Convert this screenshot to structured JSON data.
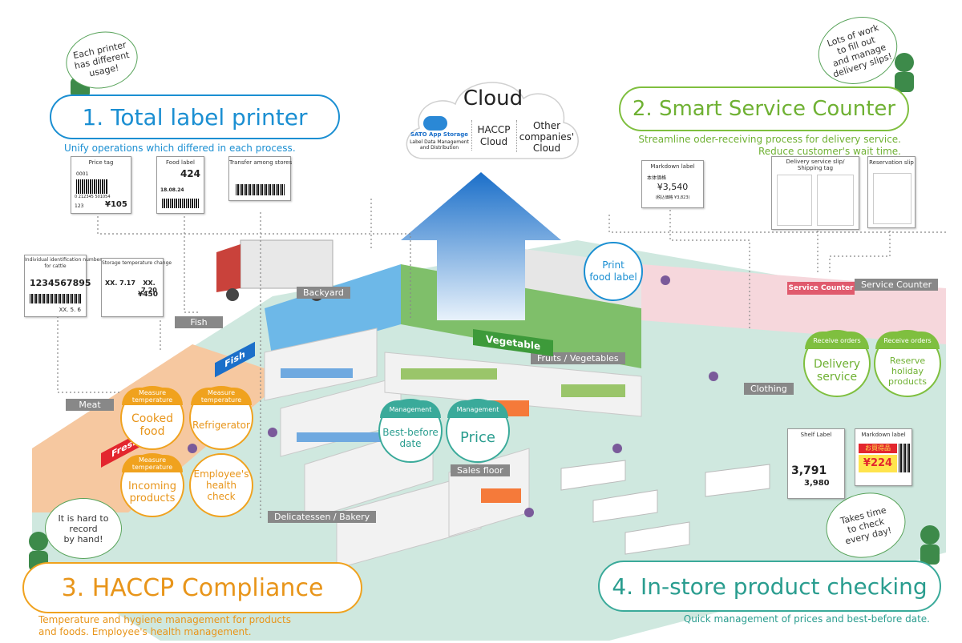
{
  "cloud": {
    "title": "Cloud",
    "app_brand": "SATO App Storage",
    "app_desc_1": "Label Data Management",
    "app_desc_2": "and Distribution",
    "haccp_1": "HACCP",
    "haccp_2": "Cloud",
    "other_1": "Other",
    "other_2": "companies'",
    "other_3": "Cloud"
  },
  "sections": {
    "s1": {
      "title": "1. Total label printer",
      "subtitle": "Unify operations which differed in each process."
    },
    "s2": {
      "title": "2. Smart Service Counter",
      "subtitle_1": "Streamline oder-receiving process for delivery service.",
      "subtitle_2": "Reduce customer's wait time."
    },
    "s3": {
      "title": "3. HACCP Compliance",
      "subtitle_1": "Temperature and hygiene management for products",
      "subtitle_2": "and foods. Employee's health management."
    },
    "s4": {
      "title": "4. In-store product checking",
      "subtitle": "Quick management of prices and best-before date."
    }
  },
  "bubbles": {
    "b1_1": "Each printer",
    "b1_2": "has different",
    "b1_3": "usage!",
    "b2_1": "Lots of work",
    "b2_2": "to fill out",
    "b2_3": "and manage",
    "b2_4": "delivery slips!",
    "b3_1": "It is hard to",
    "b3_2": "record",
    "b3_3": "by hand!",
    "b4_1": "Takes time",
    "b4_2": "to check",
    "b4_3": "every day!"
  },
  "labels": {
    "price_tag": {
      "title": "Price tag",
      "code": "0001",
      "barcode_num": "0 212345 501054",
      "sub": "123",
      "price": "¥105"
    },
    "food_label": {
      "title": "Food label",
      "price": "424",
      "date": "18.08.24"
    },
    "transfer": {
      "title": "Transfer among stores"
    },
    "cattle": {
      "title_1": "Individual identification number",
      "title_2": "for cattle",
      "number": "1234567895",
      "date": "XX. 5. 6"
    },
    "storage": {
      "title": "Storage temperature change",
      "date_1": "XX. 7.17",
      "date_2": "XX. 7.20",
      "price": "¥450"
    },
    "markdown_top": {
      "title": "Markdown label",
      "kana": "本体価格",
      "price": "¥3,540",
      "tax": "(税込価格 ¥3,823)"
    },
    "delivery_slip": {
      "title_1": "Delivery service slip/",
      "title_2": "Shipping tag"
    },
    "reservation": {
      "title": "Reservation slip"
    },
    "shelf": {
      "title": "Shelf Label",
      "price_1": "3,791",
      "price_2": "3,980"
    },
    "markdown_bottom": {
      "title": "Markdown label",
      "banner": "お買得品",
      "price": "¥224"
    }
  },
  "areas": {
    "backyard": "Backyard",
    "fish": "Fish",
    "meat": "Meat",
    "service_counter": "Service Counter",
    "fruits_veg": "Fruits / Vegetables",
    "clothing": "Clothing",
    "sales_floor": "Sales floor",
    "deli": "Delicatessen / Bakery",
    "vegetable_sign": "Vegetable",
    "fish_sign": "Fish",
    "fresh_sign": "Fresh",
    "service_sign": "Service Counter"
  },
  "circles": {
    "cooked": {
      "head_1": "Measure",
      "head_2": "temperature",
      "text_1": "Cooked",
      "text_2": "food"
    },
    "fridge": {
      "head_1": "Measure",
      "head_2": "temperature",
      "text": "Refrigerator"
    },
    "incoming": {
      "head_1": "Measure",
      "head_2": "temperature",
      "text_1": "Incoming",
      "text_2": "products"
    },
    "health": {
      "text_1": "Employee's",
      "text_2": "health",
      "text_3": "check"
    },
    "best_before": {
      "head": "Management",
      "text_1": "Best-before",
      "text_2": "date"
    },
    "price": {
      "head": "Management",
      "text": "Price"
    },
    "print_food": {
      "text_1": "Print",
      "text_2": "food label"
    },
    "delivery": {
      "head": "Receive orders",
      "text_1": "Delivery",
      "text_2": "service"
    },
    "reserve": {
      "head": "Receive orders",
      "text_1": "Reserve",
      "text_2": "holiday",
      "text_3": "products"
    }
  },
  "colors": {
    "blue": "#1b8fd2",
    "green": "#7fbf3f",
    "orange": "#f0a21e",
    "teal": "#3aaa9a"
  }
}
